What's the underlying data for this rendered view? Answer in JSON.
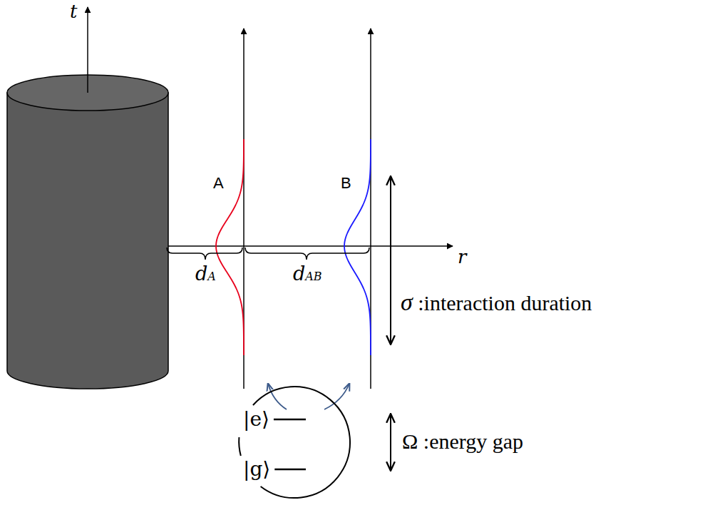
{
  "diagram": {
    "nodes": [
      {
        "text": [
          "|e⟩",
          "|g⟩"
        ]
      }
    ],
    "labels": [
      "t",
      "A",
      "B",
      "r",
      "dA",
      "dAB",
      "σ :interaction duration",
      "Ω :energy gap"
    ]
  }
}
